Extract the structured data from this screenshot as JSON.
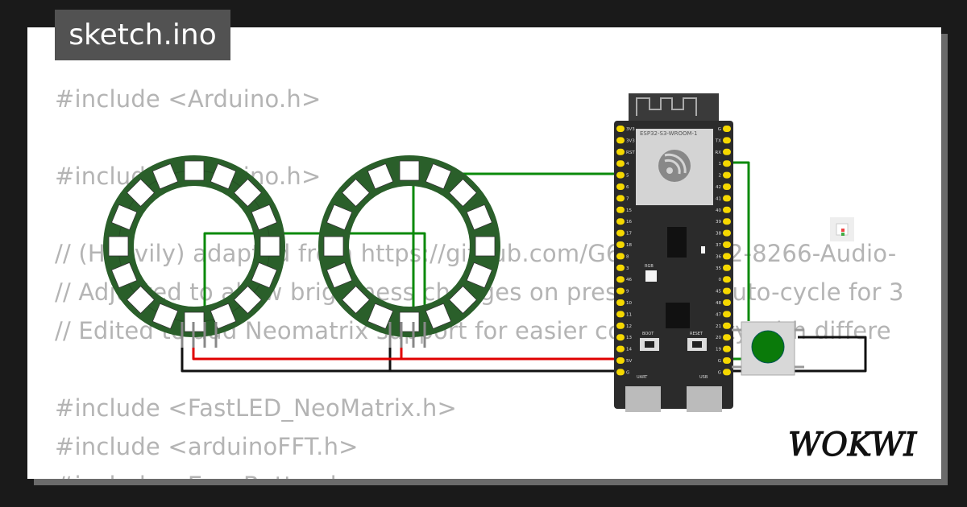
{
  "file_tab": {
    "label": "sketch.ino"
  },
  "code_lines": [
    "#include <Arduino.h>",
    "",
    "#include <Arduino.h>",
    "",
    "// (Heavily) adapted from https://github.com/G6EJD/ESP32-8266-Audio-",
    "// Adjusted to allow brightness changes on press+hold, Auto-cycle for 3",
    "// Edited to add Neomatrix support for easier compatibility with differe",
    "",
    "#include <FastLED_NeoMatrix.h>",
    "#include <arduinoFFT.h>",
    "#include <EasyButton.h>"
  ],
  "board": {
    "module_label": "ESP32-S3-WROOM-1",
    "left_pins": [
      "3V3",
      "3V3",
      "RST",
      "4",
      "5",
      "6",
      "7",
      "15",
      "16",
      "17",
      "18",
      "8",
      "3",
      "46",
      "9",
      "10",
      "11",
      "12",
      "13",
      "14",
      "5V",
      "G"
    ],
    "right_pins": [
      "G",
      "TX",
      "RX",
      "1",
      "2",
      "42",
      "41",
      "40",
      "39",
      "38",
      "37",
      "36",
      "35",
      "0",
      "45",
      "48",
      "47",
      "21",
      "20",
      "19",
      "G",
      "G"
    ],
    "rgb_label": "RGB",
    "boot_label": "BOOT",
    "reset_label": "RESET",
    "uart_label": "UART",
    "usb_label": "USB"
  },
  "brand": {
    "logo": "WOKWI"
  },
  "colors": {
    "ring": "#2a5f2a",
    "pixel": "#ffffff",
    "board": "#2b2b2b",
    "pin": "#f5d800",
    "wire_green": "#0a8a0a",
    "wire_red": "#e00000",
    "wire_black": "#111111",
    "button_cap": "#0a7a0a"
  }
}
